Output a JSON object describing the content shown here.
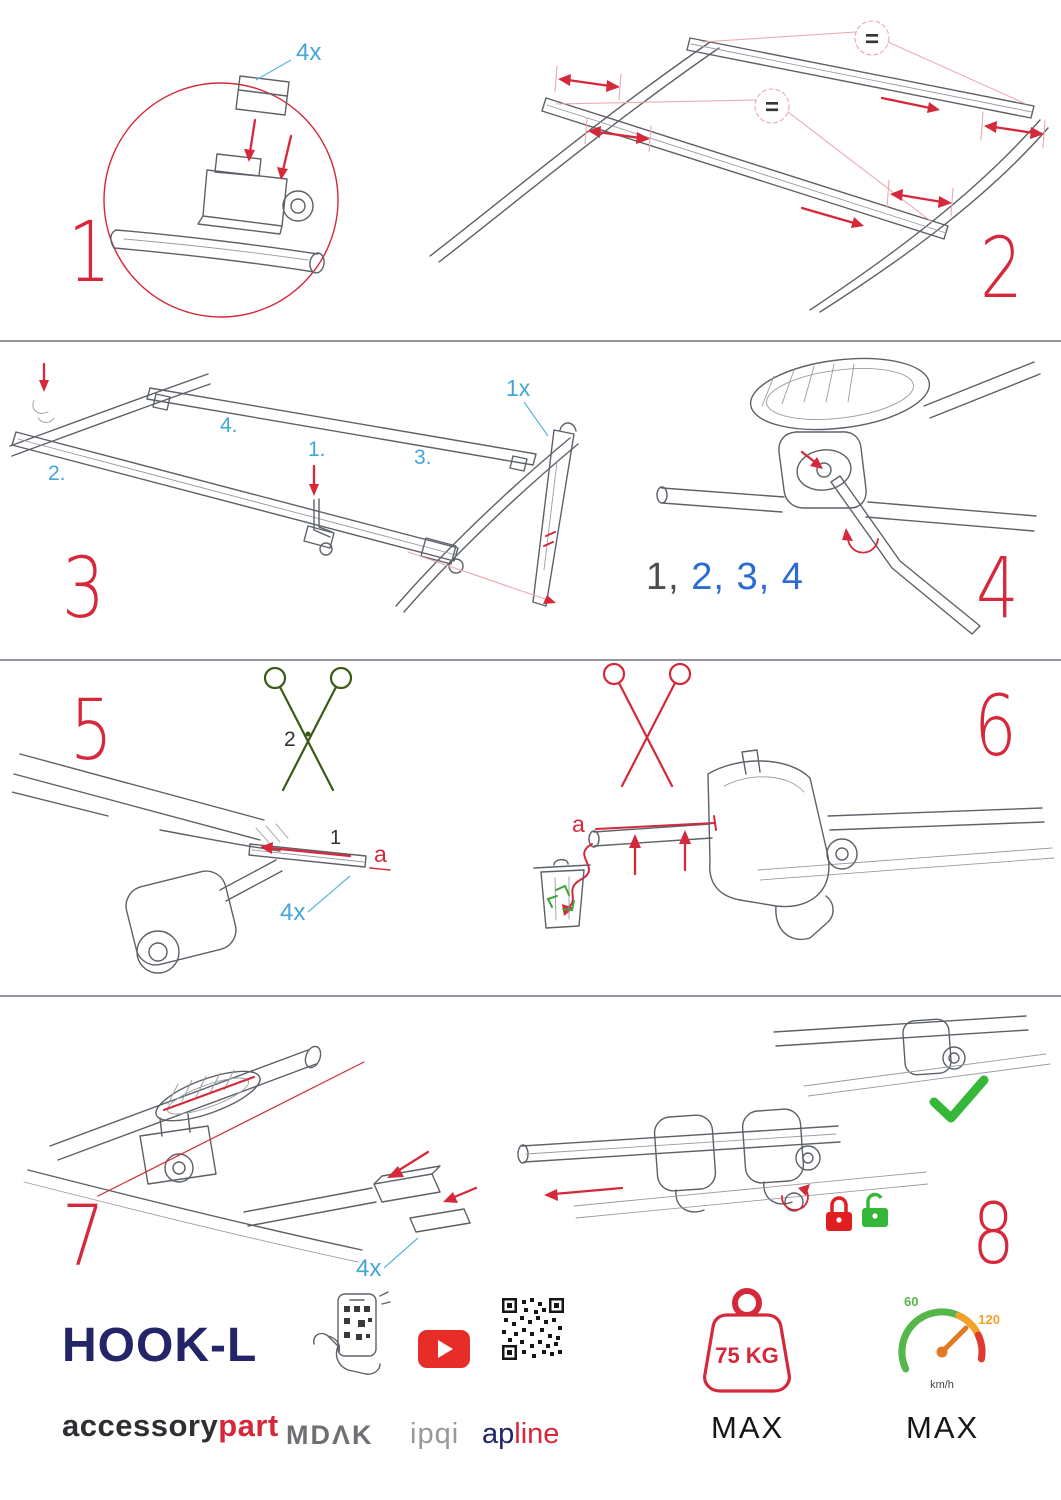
{
  "steps": [
    {
      "number": "1",
      "qty": "4x"
    },
    {
      "number": "2",
      "equals_left": "=",
      "equals_right": "="
    },
    {
      "number": "3",
      "qty": "1x",
      "sub1": "1.",
      "sub2": "2.",
      "sub3": "3.",
      "sub4": "4."
    },
    {
      "number": "4",
      "sequence_first": "1,",
      "sequence_rest": " 2, 3, 4"
    },
    {
      "number": "5",
      "scissors_label": "2",
      "strip_label": "1",
      "dim_label": "a",
      "qty": "4x"
    },
    {
      "number": "6",
      "dim_label": "a"
    },
    {
      "number": "7",
      "qty": "4x"
    },
    {
      "number": "8"
    }
  ],
  "footer": {
    "product_name": "HOOK-L",
    "brand_first": "accessory",
    "brand_second": "part",
    "partner_logos": {
      "mdak": "MDΛK",
      "ipqi": "ipqi",
      "apline_first": "ap",
      "apline_second": "line"
    },
    "load_limit": {
      "value": "75 KG",
      "label": "MAX"
    },
    "speed_limit": {
      "tick_low": "60",
      "tick_high": "120",
      "unit": "km/h",
      "label": "MAX"
    }
  },
  "colors": {
    "step_number_red": "#d5283a",
    "annotation_blue": "#43a6d9",
    "sequence_blue": "#2b6bd3",
    "success_green": "#35b83a",
    "lock_red": "#e02020",
    "unlock_green": "#35b83a",
    "navy": "#232568",
    "youtube_red": "#e62d27",
    "gauge_green": "#55b649",
    "gauge_orange": "#f2a22b",
    "gauge_red": "#e23a2e"
  }
}
